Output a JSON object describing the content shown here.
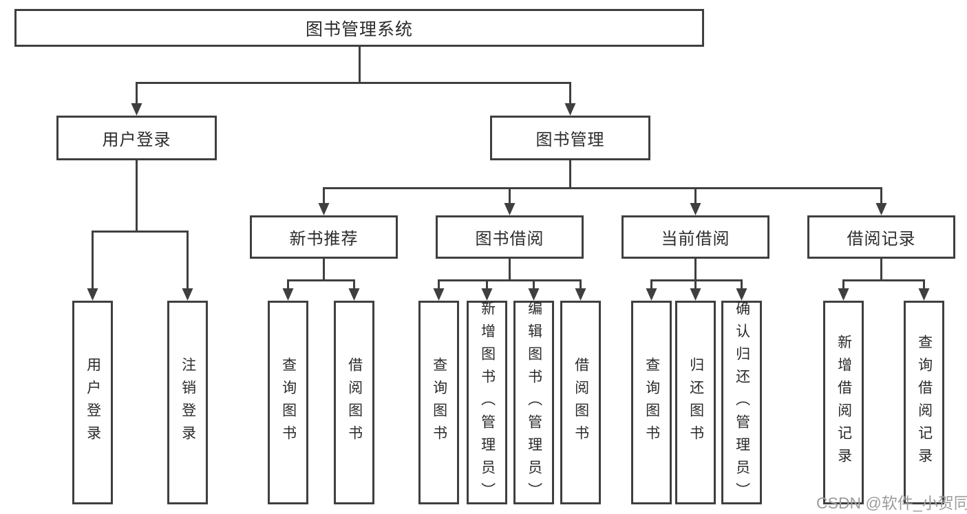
{
  "diagram": {
    "tree": {
      "root": {
        "label": "图书管理系统"
      },
      "branches": [
        {
          "label": "用户登录",
          "children": [
            {
              "label": "用户登录"
            },
            {
              "label": "注销登录"
            }
          ]
        },
        {
          "label": "图书管理",
          "children": [
            {
              "label": "新书推荐",
              "children": [
                {
                  "label": "查询图书"
                },
                {
                  "label": "借阅图书"
                }
              ]
            },
            {
              "label": "图书借阅",
              "children": [
                {
                  "label": "查询图书"
                },
                {
                  "label": "新增图书（管理员）"
                },
                {
                  "label": "编辑图书（管理员）"
                },
                {
                  "label": "借阅图书"
                }
              ]
            },
            {
              "label": "当前借阅",
              "children": [
                {
                  "label": "查询图书"
                },
                {
                  "label": "归还图书"
                },
                {
                  "label": "确认归还（管理员）"
                }
              ]
            },
            {
              "label": "借阅记录",
              "children": [
                {
                  "label": "新增借阅记录"
                },
                {
                  "label": "查询借阅记录"
                }
              ]
            }
          ]
        }
      ]
    },
    "watermark": {
      "text": "CSDN @软件_小贺同学"
    },
    "colors": {
      "line": "#3f3f3f",
      "text": "#2b2b2b",
      "watermark": "#9c9c9c",
      "background": "#ffffff"
    }
  }
}
